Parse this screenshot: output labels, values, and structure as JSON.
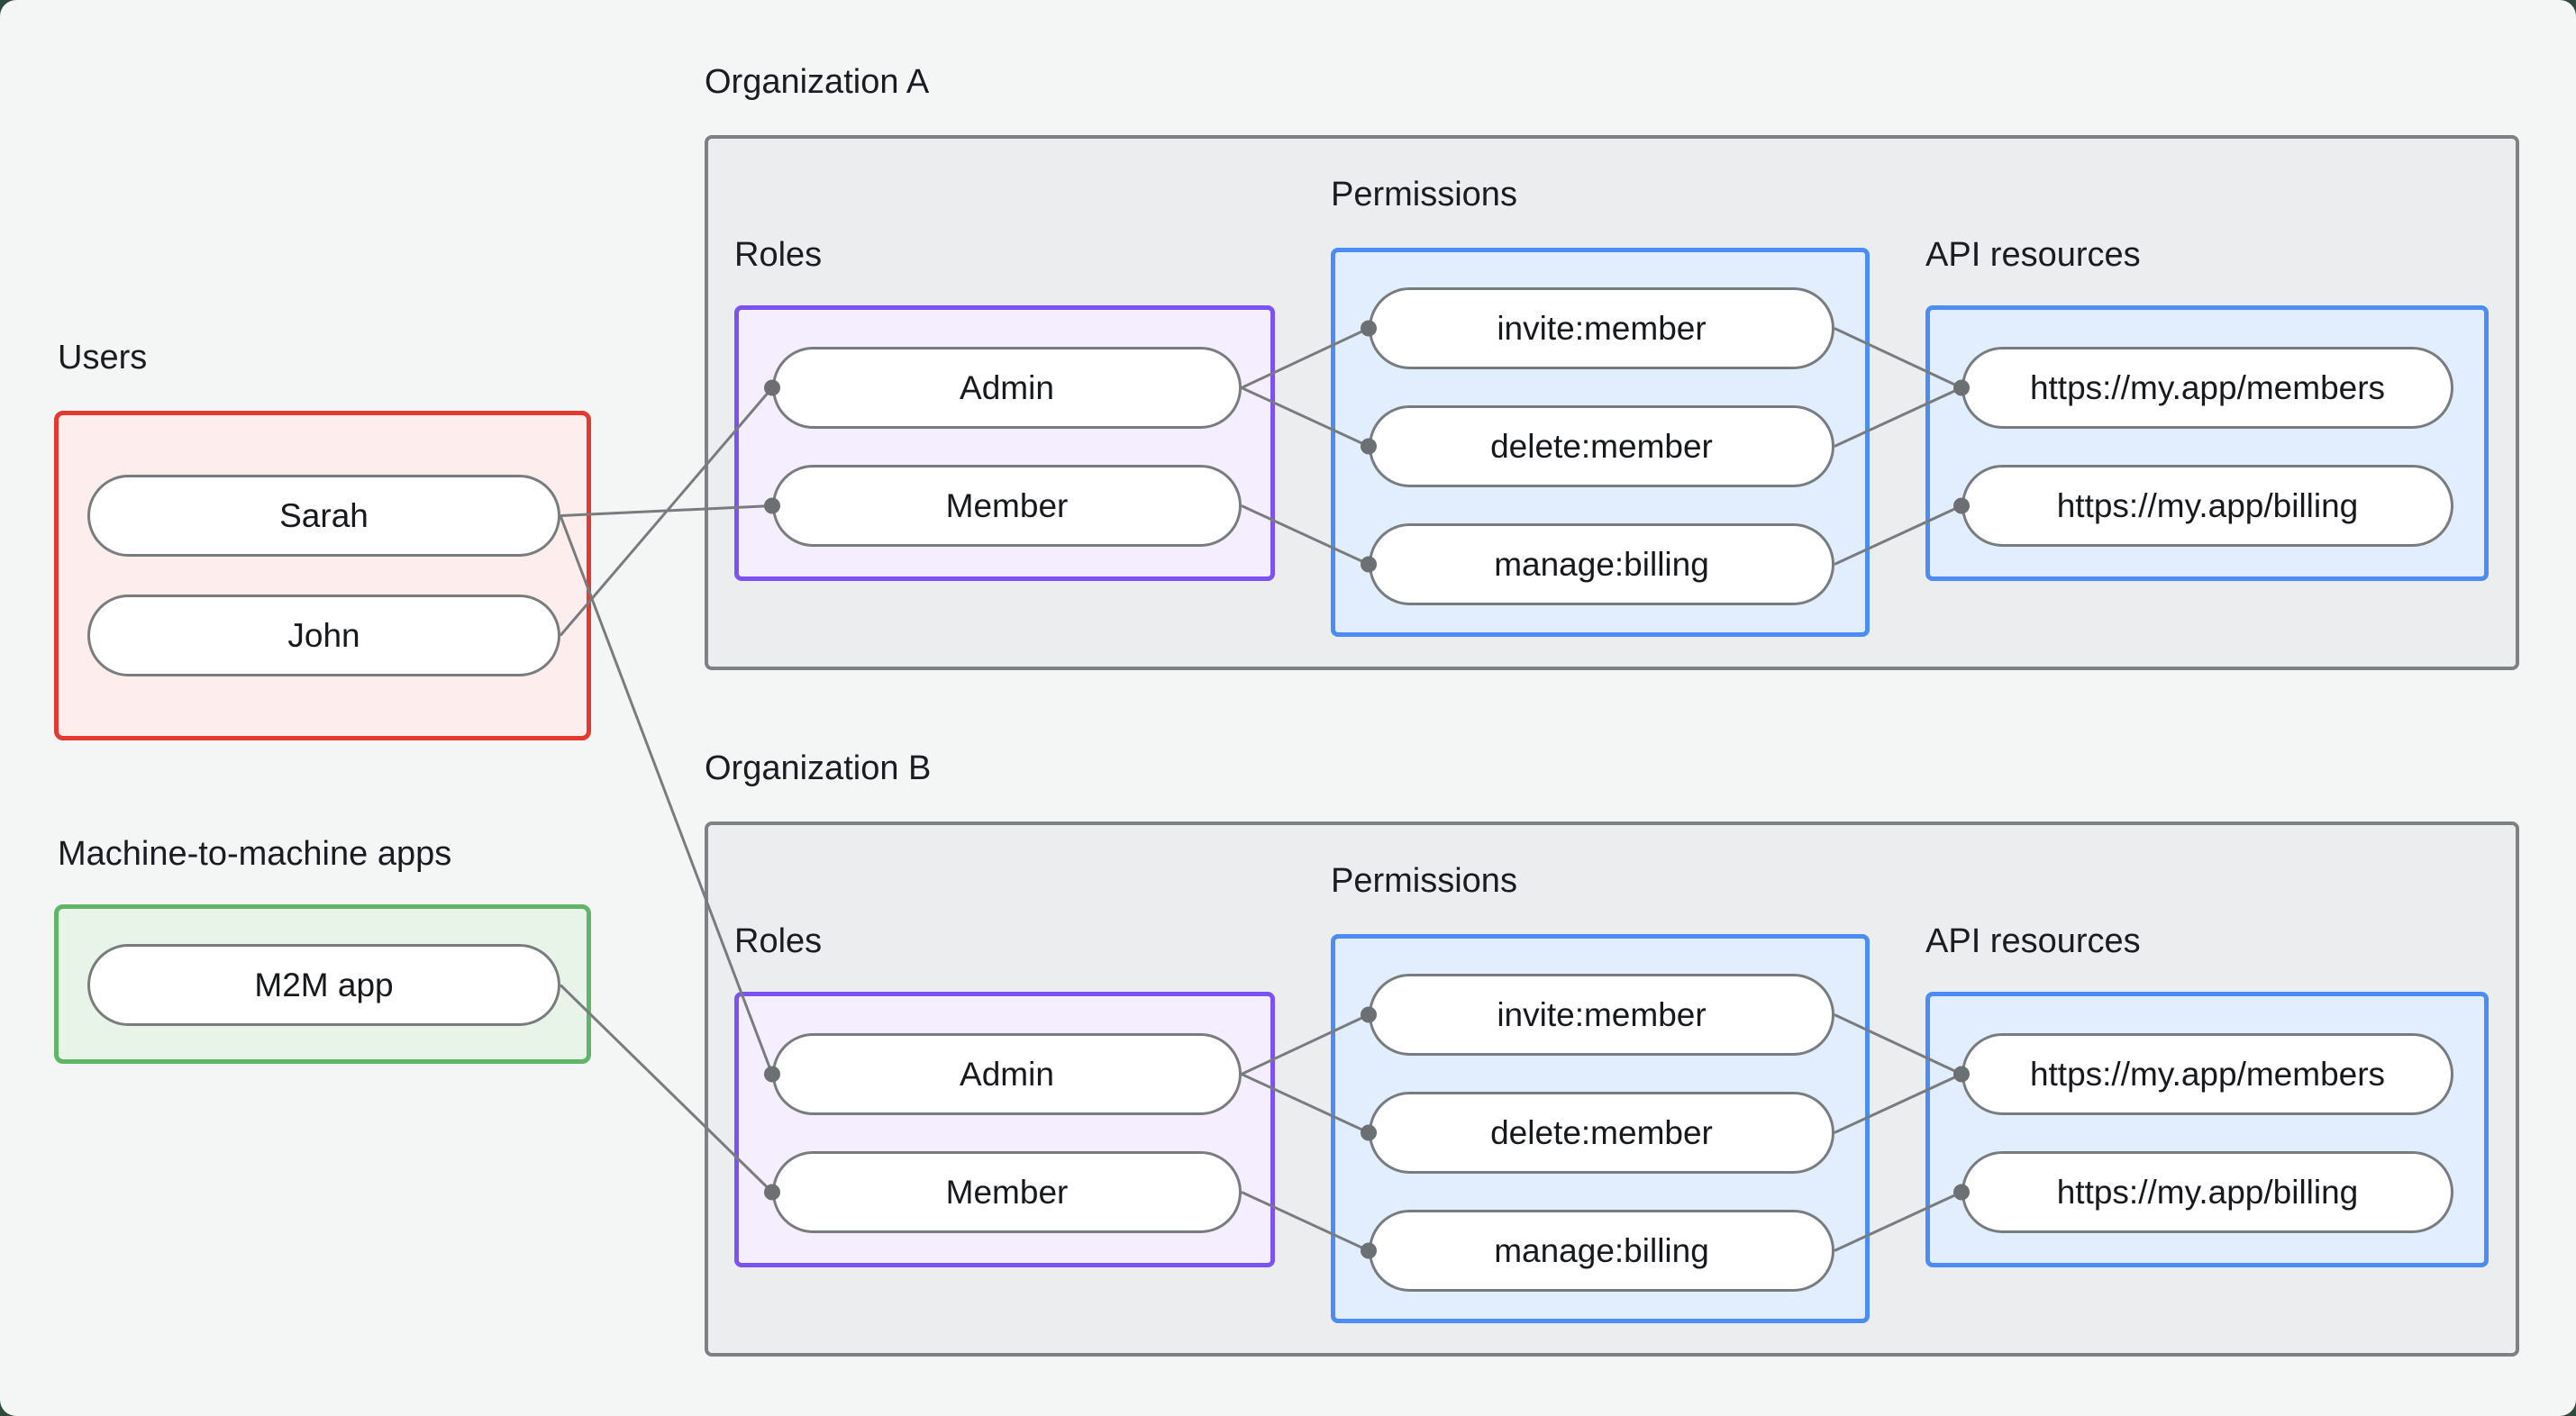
{
  "users_section": {
    "label": "Users",
    "items": [
      {
        "label": "Sarah"
      },
      {
        "label": "John"
      }
    ]
  },
  "m2m_section": {
    "label": "Machine-to-machine apps",
    "items": [
      {
        "label": "M2M app"
      }
    ]
  },
  "organizations": [
    {
      "title": "Organization A",
      "roles": {
        "label": "Roles",
        "items": [
          "Admin",
          "Member"
        ]
      },
      "permissions": {
        "label": "Permissions",
        "items": [
          "invite:member",
          "delete:member",
          "manage:billing"
        ]
      },
      "api_resources": {
        "label": "API resources",
        "items": [
          "https://my.app/members",
          "https://my.app/billing"
        ]
      }
    },
    {
      "title": "Organization B",
      "roles": {
        "label": "Roles",
        "items": [
          "Admin",
          "Member"
        ]
      },
      "permissions": {
        "label": "Permissions",
        "items": [
          "invite:member",
          "delete:member",
          "manage:billing"
        ]
      },
      "api_resources": {
        "label": "API resources",
        "items": [
          "https://my.app/members",
          "https://my.app/billing"
        ]
      }
    }
  ],
  "connections": [
    {
      "from": "Sarah",
      "to": "Member",
      "org": "Organization A"
    },
    {
      "from": "John",
      "to": "Admin",
      "org": "Organization A"
    },
    {
      "from": "Sarah",
      "to": "Admin",
      "org": "Organization B"
    },
    {
      "from": "M2M app",
      "to": "Member",
      "org": "Organization B"
    },
    {
      "from": "Admin",
      "to": "invite:member",
      "org": "Organization A"
    },
    {
      "from": "Admin",
      "to": "delete:member",
      "org": "Organization A"
    },
    {
      "from": "Member",
      "to": "manage:billing",
      "org": "Organization A"
    },
    {
      "from": "invite:member",
      "to": "https://my.app/members",
      "org": "Organization A"
    },
    {
      "from": "delete:member",
      "to": "https://my.app/members",
      "org": "Organization A"
    },
    {
      "from": "manage:billing",
      "to": "https://my.app/billing",
      "org": "Organization A"
    },
    {
      "from": "Admin",
      "to": "invite:member",
      "org": "Organization B"
    },
    {
      "from": "Admin",
      "to": "delete:member",
      "org": "Organization B"
    },
    {
      "from": "Member",
      "to": "manage:billing",
      "org": "Organization B"
    },
    {
      "from": "invite:member",
      "to": "https://my.app/members",
      "org": "Organization B"
    },
    {
      "from": "delete:member",
      "to": "https://my.app/members",
      "org": "Organization B"
    },
    {
      "from": "manage:billing",
      "to": "https://my.app/billing",
      "org": "Organization B"
    }
  ],
  "colors": {
    "page_bg": "#f4f6f5",
    "users_border": "#e23a31",
    "users_fill": "#fdedec",
    "m2m_border": "#61b567",
    "m2m_fill": "#e9f4e9",
    "roles_border": "#7b52f5",
    "roles_fill": "#f4eefe",
    "permissions_border": "#4b8cf7",
    "permissions_fill": "#e2eefd",
    "org_border": "#7d8184",
    "org_fill": "#ebedee",
    "edge_line": "#797c7e",
    "connector_dot": "#6d7073"
  }
}
